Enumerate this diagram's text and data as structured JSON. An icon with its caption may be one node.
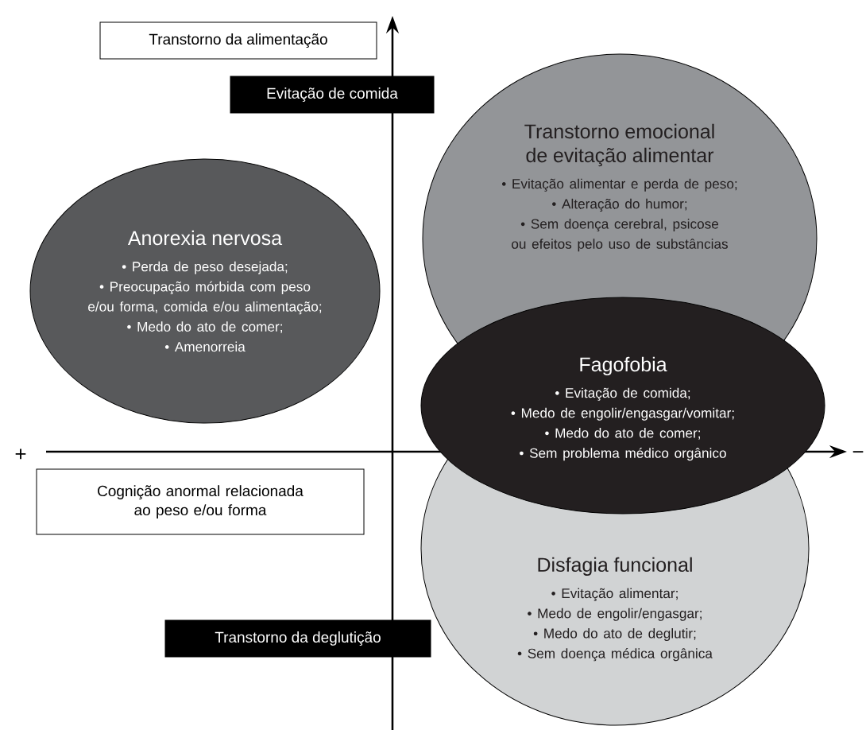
{
  "diagram": {
    "nodes": [
      {
        "text": [
          "Transtorno da alimentação"
        ]
      },
      {
        "text": [
          "Evitação de comida"
        ]
      },
      {
        "text": [
          "Transtorno emocional de evitação alimentar",
          "• Evitação alimentar e perda de peso;",
          "• Alteração do humor;",
          "• Sem doença cerebral, psicose ou efeitos pelo uso de substâncias"
        ]
      },
      {
        "text": [
          "Anorexia nervosa",
          "• Perda de peso desejada;",
          "• Preocupação mórbida com peso e/ou forma, comida e/ou alimentação;",
          "• Medo do ato de comer;",
          "• Amenorreia"
        ]
      },
      {
        "text": [
          "Fagofobia",
          "• Evitação de comida;",
          "• Medo de engolir/engasgar/vomitar;",
          "• Medo do ato de comer;",
          "• Sem problema médico orgânico"
        ]
      },
      {
        "text": [
          "Cognição anormal relacionada ao peso e/ou forma"
        ]
      },
      {
        "text": [
          "Disfagia funcional",
          "• Evitação alimentar;",
          "• Medo de engolir/engasgar;",
          "• Medo do ato de deglutir;",
          "• Sem doença médica orgânica"
        ]
      },
      {
        "text": [
          "Transtorno da deglutição"
        ]
      }
    ],
    "labels": [
      "+",
      "−"
    ]
  }
}
